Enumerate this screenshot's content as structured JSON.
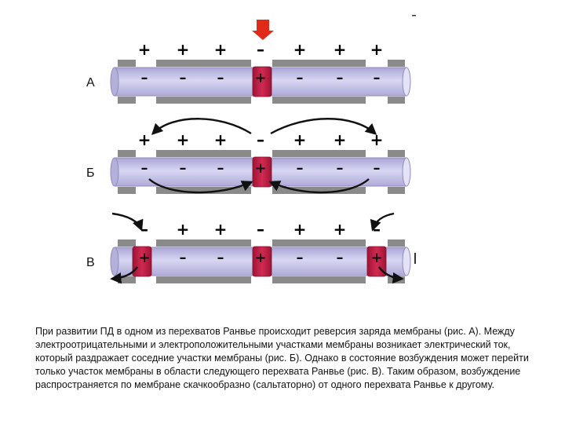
{
  "colors": {
    "axon": "#c8c6e8",
    "axon_edge": "#8f8cb8",
    "myelin": "#8a8a8a",
    "node": "#c21f45",
    "arrow": "#e02a1a"
  },
  "rows": [
    {
      "label": "А",
      "outer_signs": [
        "+",
        "+",
        "+",
        "–",
        "+",
        "+",
        "+"
      ],
      "inner_signs": [
        "–",
        "–",
        "–",
        "+",
        "–",
        "–",
        "–"
      ],
      "active_nodes": [
        1
      ]
    },
    {
      "label": "Б",
      "outer_signs": [
        "+",
        "+",
        "+",
        "–",
        "+",
        "+",
        "+"
      ],
      "inner_signs": [
        "–",
        "–",
        "–",
        "+",
        "–",
        "–",
        "–"
      ],
      "active_nodes": [
        1
      ]
    },
    {
      "label": "В",
      "outer_signs": [
        "–",
        "+",
        "+",
        "–",
        "+",
        "+",
        "–"
      ],
      "inner_signs": [
        "+",
        "–",
        "–",
        "+",
        "–",
        "–",
        "+"
      ],
      "active_nodes": [
        0,
        1,
        2
      ]
    }
  ],
  "caption": "При развитии ПД в одном из перехватов Ранвье происходит реверсия заряда мембраны (рис. А). Между электроотрицательными и электроположительными участками мембраны возникает электрический ток, который раздражает соседние участки мембраны (рис. Б). Однако в состояние возбуждения может перейти только участок мембраны в области следующего перехвата Ранвье (рис. В). Таким образом, возбуждение распространяется по мембране скачкообразно (сальтаторно) от одного перехвата Ранвье к другому."
}
